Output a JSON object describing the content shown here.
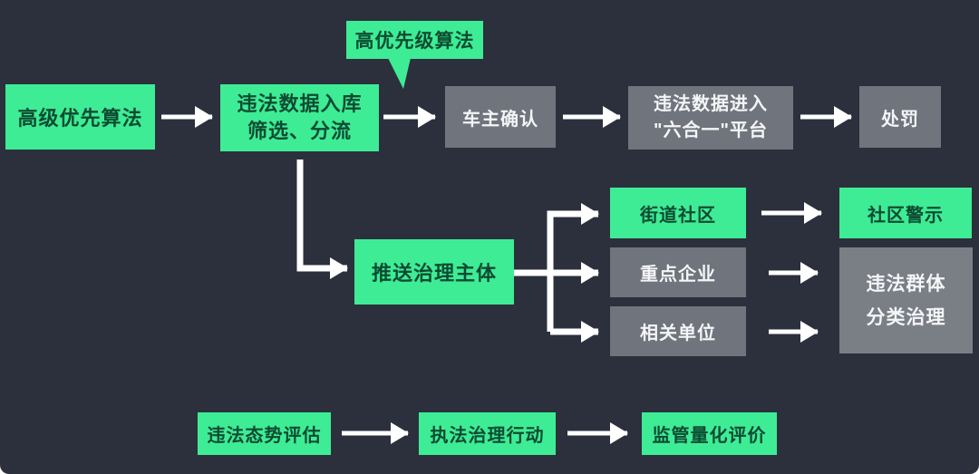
{
  "colors": {
    "background": "#2B303C",
    "node_green": "#3EEC96",
    "node_green_text": "#0D4B31",
    "node_gray": "#70747C",
    "node_gray_light": "#7A7E85",
    "node_gray_text": "#F4F5F7",
    "arrow": "#FFFFFF"
  },
  "callout": {
    "label": "高优先级算法"
  },
  "nodes": {
    "advanced_priority_algorithm": {
      "label": "高级优先算法"
    },
    "violation_data_intake": {
      "label": "违法数据入库\n筛选、分流"
    },
    "owner_confirmation": {
      "label": "车主确认"
    },
    "six_in_one_platform": {
      "label": "违法数据进入\n\"六合一\"平台"
    },
    "punishment": {
      "label": "处罚"
    },
    "push_governance_entities": {
      "label": "推送治理主体"
    },
    "street_community": {
      "label": "街道社区"
    },
    "key_enterprises": {
      "label": "重点企业"
    },
    "related_units": {
      "label": "相关单位"
    },
    "community_warning": {
      "label": "社区警示"
    },
    "violation_group_governance": {
      "label": "违法群体\n分类治理"
    },
    "violation_situation_assessment": {
      "label": "违法态势评估"
    },
    "enforcement_action": {
      "label": "执法治理行动"
    },
    "regulatory_evaluation": {
      "label": "监管量化评价"
    }
  }
}
